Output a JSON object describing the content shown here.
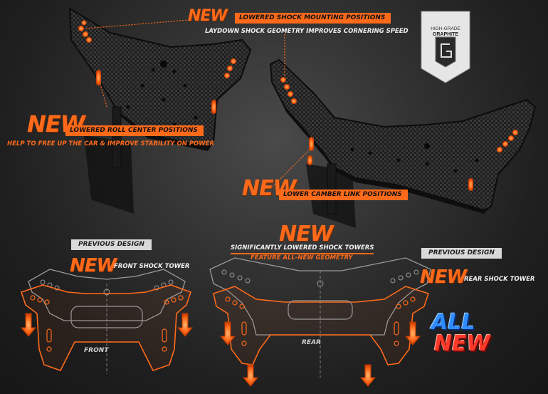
{
  "callouts": {
    "shock_mount": {
      "new": "NEW",
      "title": "LOWERED SHOCK MOUNTING POSITIONS",
      "subtitle": "LAYDOWN SHOCK GEOMETRY IMPROVES CORNERING SPEED"
    },
    "roll_center": {
      "new": "NEW",
      "title": "LOWERED ROLL CENTER POSITIONS",
      "subtitle": "HELP TO FREE UP THE CAR & IMPROVE STABILITY ON POWER"
    },
    "camber_link": {
      "new": "NEW",
      "title": "LOWER CAMBER LINK POSITIONS"
    },
    "towers": {
      "new": "NEW",
      "title": "SIGNIFICANTLY LOWERED SHOCK TOWERS",
      "subtitle": "FEATURE ALL-NEW GEOMETRY"
    }
  },
  "front_diagram": {
    "previous_label": "PREVIOUS DESIGN",
    "new": "NEW",
    "title": "FRONT SHOCK TOWER",
    "position_label": "FRONT"
  },
  "rear_diagram": {
    "previous_label": "PREVIOUS DESIGN",
    "new": "NEW",
    "title": "REAR SHOCK TOWER",
    "position_label": "REAR"
  },
  "badge": {
    "line1": "HIGH-GRADE",
    "line2": "GRAPHITE"
  },
  "all_new": {
    "word1": "ALL",
    "word2": "NEW"
  },
  "colors": {
    "accent_orange": "#ff6a1a",
    "graphite": "#2a2a2a",
    "outline_grey": "#9a9a9a"
  }
}
